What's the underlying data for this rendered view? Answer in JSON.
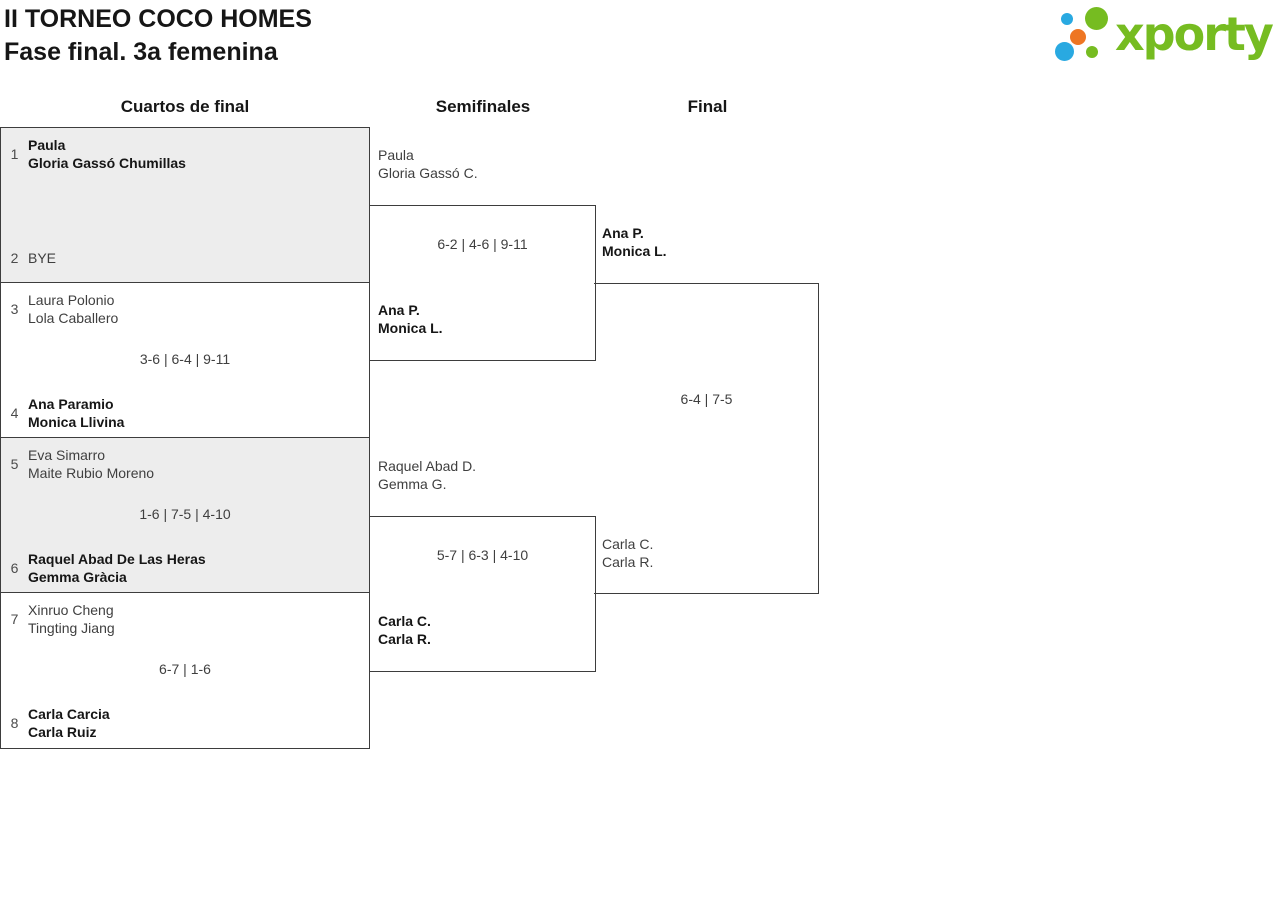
{
  "header": {
    "title": "II TORNEO COCO HOMES",
    "subtitle": "Fase final. 3a femenina"
  },
  "logo": {
    "wordmark": "xporty",
    "colors": {
      "green": "#76bc21",
      "blue": "#29a9e1",
      "orange": "#ee7623"
    }
  },
  "round_headers": {
    "quarterfinals": "Cuartos de final",
    "semifinals": "Semifinales",
    "final": "Final"
  },
  "quarterfinals": [
    {
      "seed_top": "1",
      "top": [
        "Paula",
        "Gloria Gassó Chumillas"
      ],
      "score": "",
      "seed_bottom": "2",
      "bottom": [
        "BYE",
        ""
      ],
      "winner": "top"
    },
    {
      "seed_top": "3",
      "top": [
        "Laura Polonio",
        "Lola Caballero"
      ],
      "score": "3-6 | 6-4 | 9-11",
      "seed_bottom": "4",
      "bottom": [
        "Ana Paramio",
        "Monica Llivina"
      ],
      "winner": "bottom"
    },
    {
      "seed_top": "5",
      "top": [
        "Eva Simarro",
        "Maite Rubio Moreno"
      ],
      "score": "1-6 | 7-5 | 4-10",
      "seed_bottom": "6",
      "bottom": [
        "Raquel Abad De Las Heras",
        "Gemma Gràcia"
      ],
      "winner": "bottom"
    },
    {
      "seed_top": "7",
      "top": [
        "Xinruo Cheng",
        "Tingting Jiang"
      ],
      "score": "6-7 | 1-6",
      "seed_bottom": "8",
      "bottom": [
        "Carla Carcia",
        "Carla Ruiz"
      ],
      "winner": "bottom"
    }
  ],
  "semifinals": [
    {
      "top": [
        "Paula",
        "Gloria Gassó C."
      ],
      "score": "6-2 | 4-6 | 9-11",
      "bottom": [
        "Ana P.",
        "Monica L."
      ],
      "winner": "bottom"
    },
    {
      "top": [
        "Raquel Abad D.",
        "Gemma G."
      ],
      "score": "5-7 | 6-3 | 4-10",
      "bottom": [
        "Carla C.",
        "Carla R."
      ],
      "winner": "bottom"
    }
  ],
  "final": {
    "top": [
      "Ana P.",
      "Monica L."
    ],
    "score": "6-4 | 7-5",
    "bottom": [
      "Carla C.",
      "Carla R."
    ],
    "winner": "top"
  }
}
